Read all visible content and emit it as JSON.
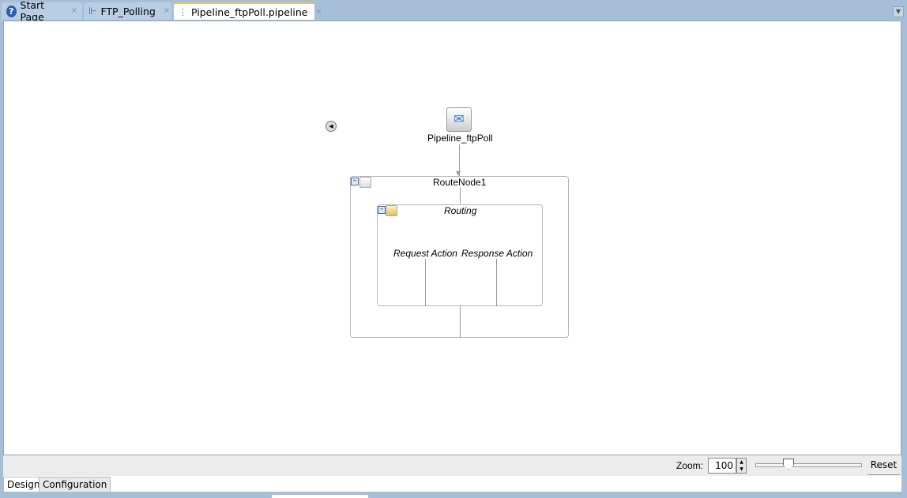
{
  "tabs": [
    {
      "label": "Start Page",
      "icon": "help-icon"
    },
    {
      "label": "FTP_Polling",
      "icon": "composite-icon"
    },
    {
      "label": "Pipeline_ftpPoll.pipeline",
      "icon": "pipeline-icon",
      "active": true
    }
  ],
  "diagram": {
    "pipeline_label": "Pipeline_ftpPoll",
    "route_node_label": "RouteNode1",
    "routing_label": "Routing",
    "request_action": "Request Action",
    "response_action": "Response Action"
  },
  "zoom": {
    "label": "Zoom:",
    "value": "100",
    "slider_percent": 32,
    "reset_label": "Reset"
  },
  "bottom_tabs": [
    {
      "label": "Design",
      "active": true
    },
    {
      "label": "Configuration"
    }
  ]
}
